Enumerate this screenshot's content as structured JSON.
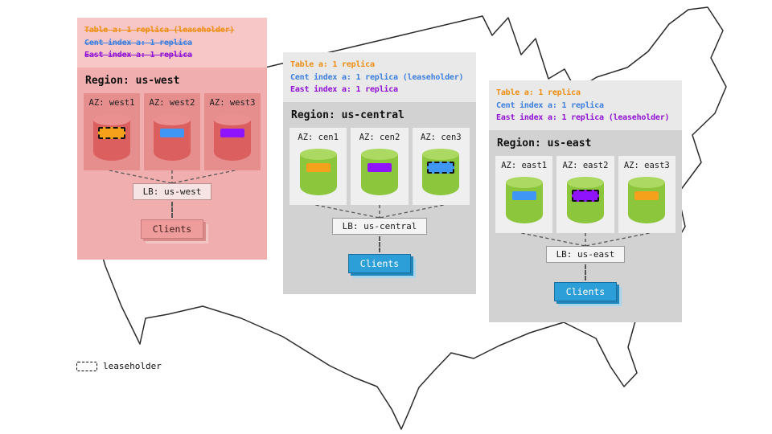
{
  "legend": {
    "label": "leaseholder"
  },
  "regions": [
    {
      "title": "Region: us-west",
      "annotations": [
        {
          "text": "Table a: 1 replica (leaseholder)",
          "color": "#ef8e11",
          "strike": true
        },
        {
          "text": "Cent index a: 1 replica",
          "color": "#3d7fe0",
          "strike": true
        },
        {
          "text": "East index a: 1 replica",
          "color": "#9111d6",
          "strike": true
        }
      ],
      "cylinder": {
        "body": "#db5f5f",
        "top": "#ea9090"
      },
      "azs": [
        {
          "label": "AZ: west1",
          "chip_color": "#f5a11c",
          "leaseholder": true
        },
        {
          "label": "AZ: west2",
          "chip_color": "#3f96f5",
          "leaseholder": false
        },
        {
          "label": "AZ: west3",
          "chip_color": "#9013fe",
          "leaseholder": false
        }
      ],
      "lb": "LB: us-west",
      "clients": "Clients"
    },
    {
      "title": "Region: us-central",
      "annotations": [
        {
          "text": "Table a: 1 replica",
          "color": "#ef8e11",
          "strike": false
        },
        {
          "text": "Cent index a: 1 replica (leaseholder)",
          "color": "#3d7fe0",
          "strike": false
        },
        {
          "text": "East index a: 1 replica",
          "color": "#9111d6",
          "strike": false
        }
      ],
      "cylinder": {
        "body": "#8cc63c",
        "top": "#abd962"
      },
      "azs": [
        {
          "label": "AZ: cen1",
          "chip_color": "#f5a11c",
          "leaseholder": false
        },
        {
          "label": "AZ: cen2",
          "chip_color": "#9013fe",
          "leaseholder": false
        },
        {
          "label": "AZ: cen3",
          "chip_color": "#3f96f5",
          "leaseholder": true
        }
      ],
      "lb": "LB: us-central",
      "clients": "Clients"
    },
    {
      "title": "Region: us-east",
      "annotations": [
        {
          "text": "Table a: 1 replica",
          "color": "#ef8e11",
          "strike": false
        },
        {
          "text": "Cent index a: 1 replica",
          "color": "#3d7fe0",
          "strike": false
        },
        {
          "text": "East index a: 1 replica (leaseholder)",
          "color": "#9111d6",
          "strike": false
        }
      ],
      "cylinder": {
        "body": "#8cc63c",
        "top": "#abd962"
      },
      "azs": [
        {
          "label": "AZ: east1",
          "chip_color": "#3f96f5",
          "leaseholder": false
        },
        {
          "label": "AZ: east2",
          "chip_color": "#9013fe",
          "leaseholder": true
        },
        {
          "label": "AZ: east3",
          "chip_color": "#f5a11c",
          "leaseholder": false
        }
      ],
      "lb": "LB: us-east",
      "clients": "Clients"
    }
  ]
}
